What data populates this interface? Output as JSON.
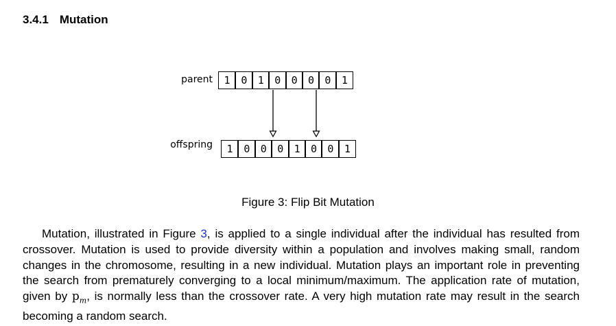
{
  "section": {
    "number": "3.4.1",
    "title": "Mutation"
  },
  "figure": {
    "parent_label": "parent",
    "offspring_label": "offspring",
    "parent_bits": [
      "1",
      "0",
      "1",
      "0",
      "0",
      "0",
      "0",
      "1"
    ],
    "offspring_bits": [
      "1",
      "0",
      "0",
      "0",
      "1",
      "0",
      "0",
      "1"
    ],
    "caption": "Figure 3: Flip Bit Mutation"
  },
  "paragraph": {
    "part1": "Mutation, illustrated in Figure ",
    "ref": "3",
    "part2": ", is applied to a single individual after the individual has resulted from crossover. Mutation is used to provide diversity within a population and involves making small, random changes in the chromosome, resulting in a new individual. Mutation plays an important role in preventing the search from prematurely converging to a local minimum/maximum. The application rate of mutation, given by ",
    "math_base": "p",
    "math_sub": "m",
    "part3": ", is normally less than the crossover rate. A very high mutation rate may result in the search becoming a random search."
  }
}
